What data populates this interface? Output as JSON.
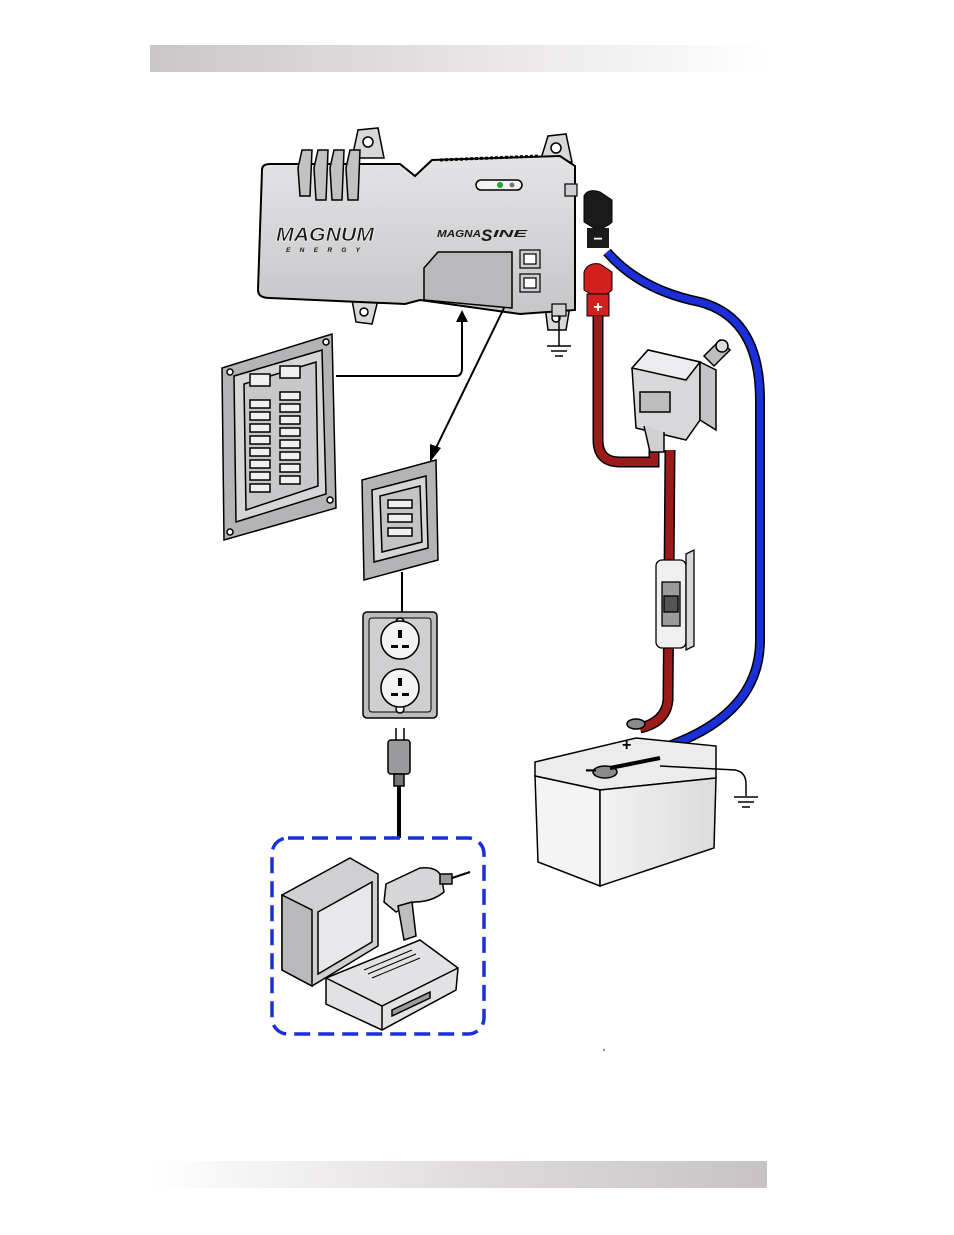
{
  "header_bar": {
    "color_left": "#cbc6c8",
    "color_right": "#ffffff"
  },
  "footer_bar": {
    "color_left": "#ffffff",
    "color_right": "#c8c2c4"
  },
  "inverter": {
    "brand_logo": "MAGNUM",
    "brand_sub": "E N E R G Y",
    "product_logo_a": "MAGNA",
    "product_logo_b": "S",
    "product_logo_c": "INE"
  },
  "terminals": {
    "negative_symbol": "−",
    "positive_symbol": "+"
  },
  "battery": {
    "positive_symbol": "+",
    "negative_symbol": "−"
  },
  "colors": {
    "negative_cable": "#1a2fd8",
    "positive_cable": "#9b1a1a",
    "positive_terminal": "#d41f1f",
    "inverter_body": "#d4d4d6",
    "load_box_border": "#1a2fd8"
  },
  "icons": [
    "ground-icon",
    "breaker-panel-icon",
    "sub-panel-icon",
    "outlet-icon",
    "plug-icon",
    "computer-icon",
    "drill-icon",
    "battery-icon",
    "disconnect-switch-icon",
    "fuse-icon"
  ]
}
